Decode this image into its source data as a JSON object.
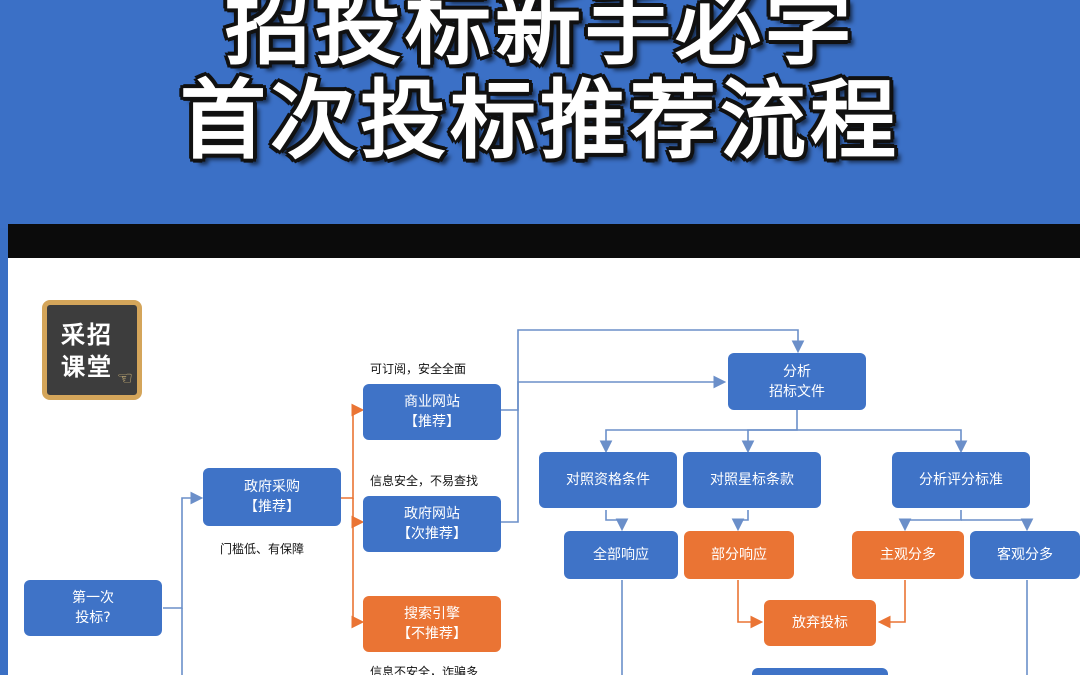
{
  "header": {
    "title_line1": "招投标新手必学",
    "title_line2": "首次投标推荐流程"
  },
  "logo": {
    "line1": "采招",
    "line2": "课堂"
  },
  "nodes": {
    "first_bid": {
      "line1": "第一次",
      "line2": "投标?"
    },
    "gov_procurement": {
      "line1": "政府采购",
      "line2": "【推荐】"
    },
    "commercial_site": {
      "line1": "商业网站",
      "line2": "【推荐】"
    },
    "gov_site": {
      "line1": "政府网站",
      "line2": "【次推荐】"
    },
    "search_engine": {
      "line1": "搜索引擎",
      "line2": "【不推荐】"
    },
    "analyze_doc": {
      "line1": "分析",
      "line2": "招标文件"
    },
    "compare_qual": {
      "line1": "对照资格条件"
    },
    "compare_star": {
      "line1": "对照星标条款"
    },
    "analyze_score": {
      "line1": "分析评分标准"
    },
    "full_response": {
      "line1": "全部响应"
    },
    "partial_response": {
      "line1": "部分响应"
    },
    "subjective_more": {
      "line1": "主观分多"
    },
    "objective_more": {
      "line1": "客观分多"
    },
    "give_up": {
      "line1": "放弃投标"
    }
  },
  "notes": {
    "subscribe": "可订阅，安全全面",
    "gov_note": "信息安全，不易查找",
    "low_threshold": "门槛低、有保障",
    "search_note": "信息不安全，诈骗多"
  },
  "colors": {
    "blue": "#3f73c7",
    "orange": "#ea7434",
    "header": "#3b70c6"
  }
}
